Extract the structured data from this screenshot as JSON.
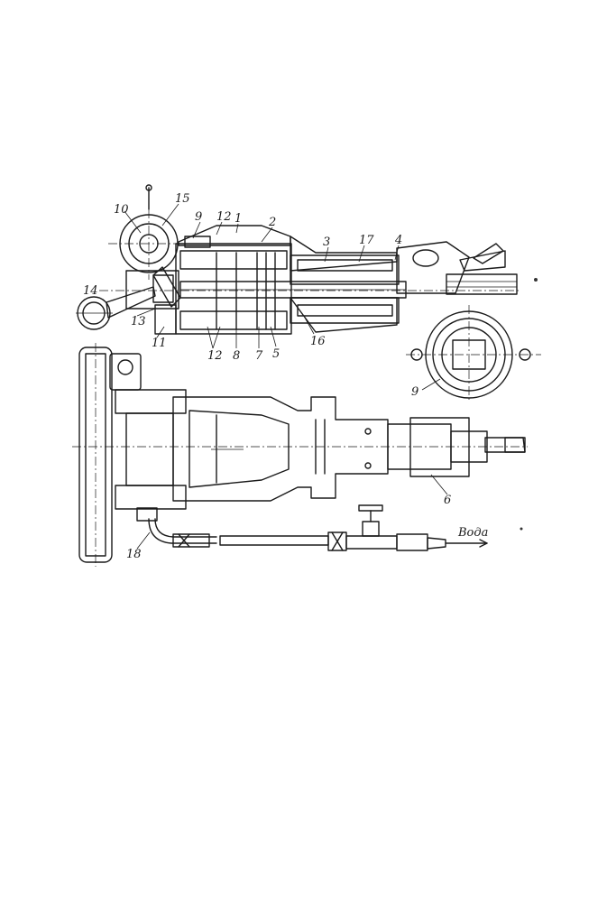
{
  "figure": {
    "callouts": [
      "10",
      "15",
      "9",
      "12",
      "1",
      "2",
      "3",
      "17",
      "4",
      "14",
      "13",
      "11",
      "12",
      "8",
      "7",
      "5",
      "16",
      "9",
      "6",
      "18",
      "Вода"
    ],
    "section_view_label": "9",
    "water_label": "Вода"
  }
}
